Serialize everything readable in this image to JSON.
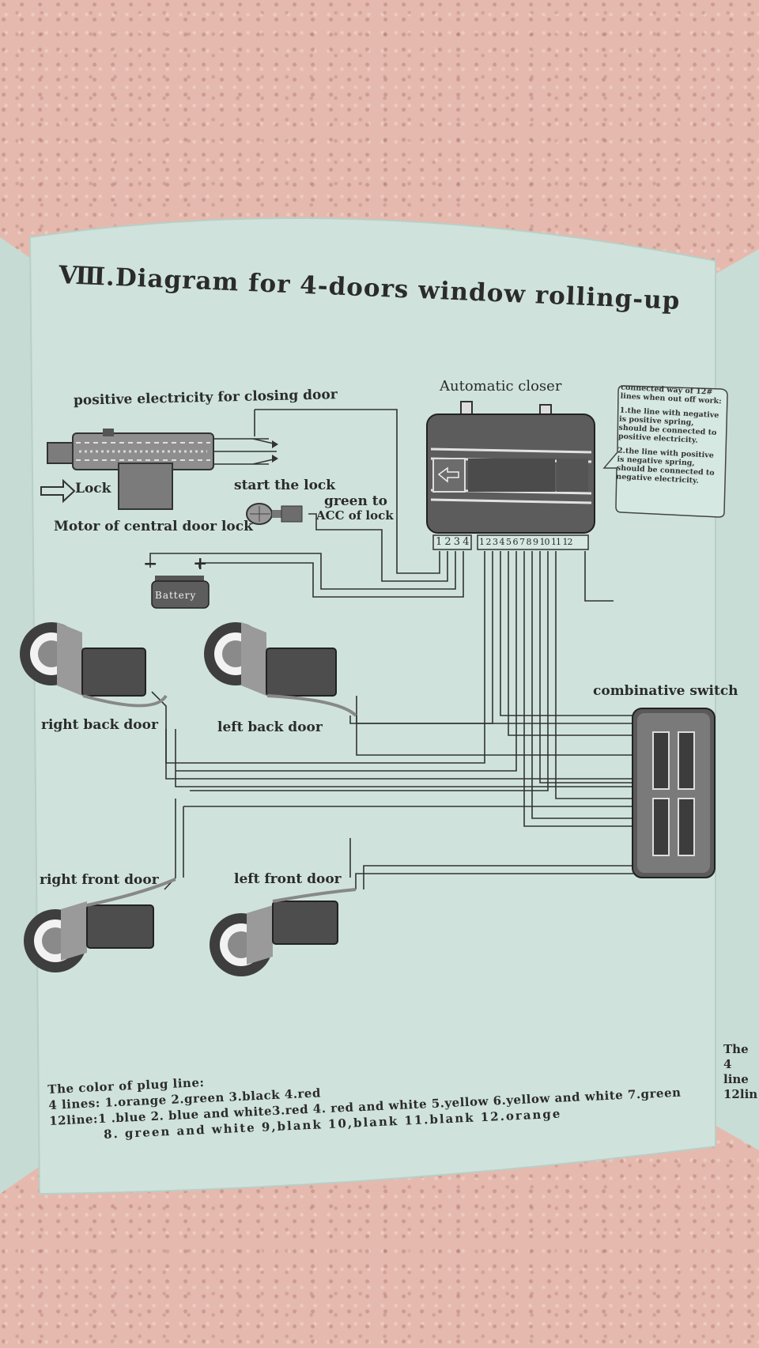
{
  "title": "Ⅷ.Diagram for 4-doors window rolling-up",
  "labels": {
    "positive_closing": "positive electricity for closing door",
    "lock": "Lock",
    "motor": "Motor of central door lock",
    "start_lock": "start the lock",
    "green_acc_1": "green to",
    "green_acc_2": "ACC of lock",
    "automatic_closer": "Automatic closer",
    "battery": "Battery",
    "battery_minus": "−",
    "battery_plus": "+",
    "pins_4": "1 2 3 4",
    "pins_12": "1 2 3 4 5 6 7 8 9 10 11 12",
    "combinative_switch": "combinative switch",
    "right_back_door": "right back door",
    "left_back_door": "left back door",
    "right_front_door": "right front door",
    "left_front_door": "left front door"
  },
  "note": {
    "heading": "connected way of 12# lines when out off work:",
    "item1": "1.the line with negative is positive spring, should be connected to positive electricity.",
    "item2": "2.the line with positive is negative spring, should be connected to negative electricity."
  },
  "legend": {
    "heading": "The color of plug line:",
    "line4": "4 lines: 1.orange 2.green 3.black  4.red",
    "line12a": "12line:1 .blue 2. blue and white3.red 4. red and white 5.yellow 6.yellow and white 7.green",
    "line12b": "8. green and white  9,blank 10,blank 11.blank  12.orange"
  },
  "edge_text": {
    "l1": "The",
    "l2": "4 line",
    "l3": "12lin"
  },
  "colors": {
    "paper": "#cfe3dc",
    "ink": "#2b2b2b",
    "background": "#e6b9ae"
  }
}
